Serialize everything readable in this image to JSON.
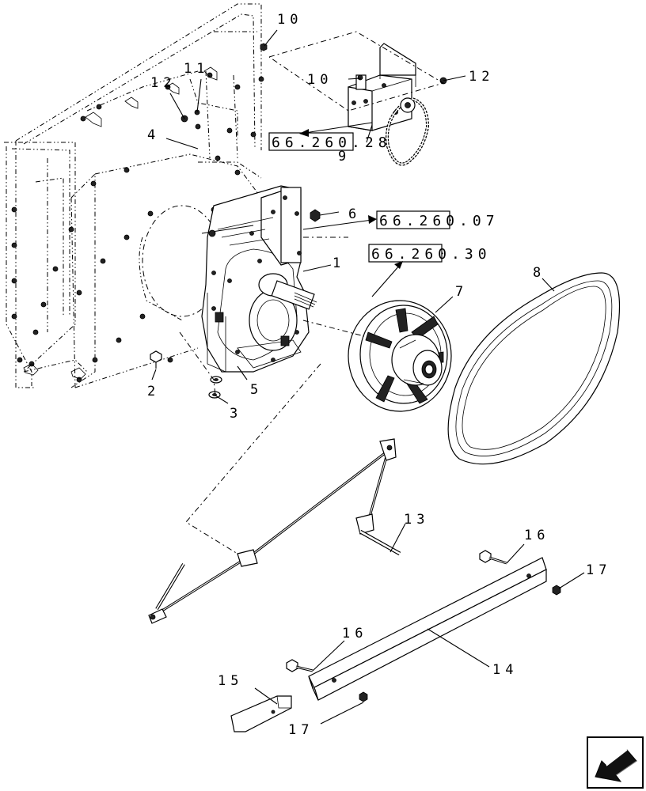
{
  "callouts": {
    "c1": "1",
    "c2": "2",
    "c3": "3",
    "c4": "4",
    "c5": "5",
    "c6": "6",
    "c7": "7",
    "c8": "8",
    "c9": "9",
    "c10_top": "10",
    "c10_mid": "10",
    "c11": "11",
    "c12_left": "12",
    "c12_right": "12",
    "c13": "13",
    "c14": "14",
    "c15": "15",
    "c16_top": "16",
    "c16_bottom": "16",
    "c17_top": "17",
    "c17_bottom": "17"
  },
  "references": {
    "ref_a": "66.260.28",
    "ref_b": "66.260.07",
    "ref_c": "66.260.30"
  },
  "nav_icon": "arrow-left-down-icon"
}
